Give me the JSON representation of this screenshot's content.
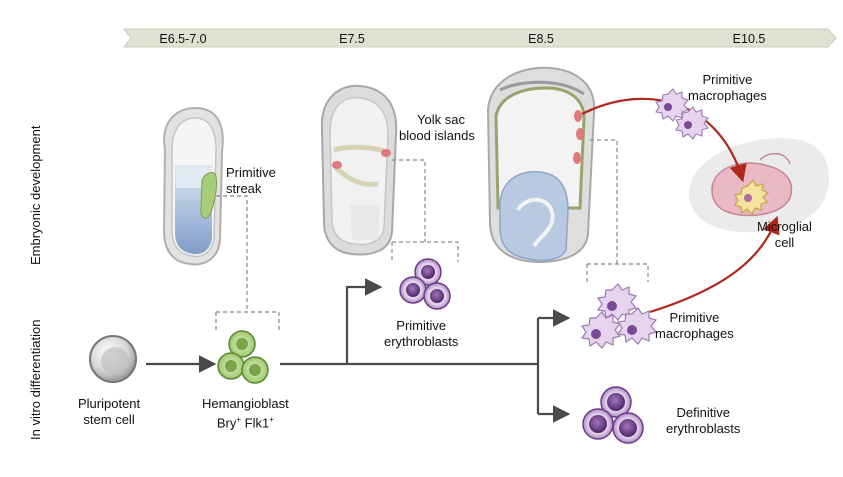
{
  "timeline": {
    "stages": [
      "E6.5-7.0",
      "E7.5",
      "E8.5",
      "E10.5"
    ]
  },
  "side_labels": {
    "embryonic": "Embryonic development",
    "in_vitro": "In vitro differentiation"
  },
  "labels": {
    "primitive_streak": [
      "Primitive",
      "streak"
    ],
    "yolk_sac": [
      "Yolk sac",
      "blood islands"
    ],
    "primitive_macrophages_top": [
      "Primitive",
      "macrophages"
    ],
    "microglial": [
      "Microglial",
      "cell"
    ],
    "primitive_erythroblasts": [
      "Primitive",
      "erythroblasts"
    ],
    "primitive_macrophages_bottom": [
      "Primitive",
      "macrophages"
    ],
    "pluripotent": [
      "Pluripotent",
      "stem cell"
    ],
    "hemangioblast": "Hemangioblast",
    "definitive_erythroblasts": [
      "Definitive",
      "erythroblasts"
    ]
  },
  "markers": {
    "bry": "Bry",
    "bry_sup": "+",
    "flk": "Flk1",
    "flk_sup": "+"
  },
  "colors": {
    "timeline": "#dde3d0",
    "arrow_red": "#b0271b",
    "arrow_gray": "#4a4a4a",
    "hemangioblast_green": "#9bc46a",
    "erythroblast_purple": "#6d3a8c",
    "macrophage_lilac": "#c9a6d8"
  }
}
